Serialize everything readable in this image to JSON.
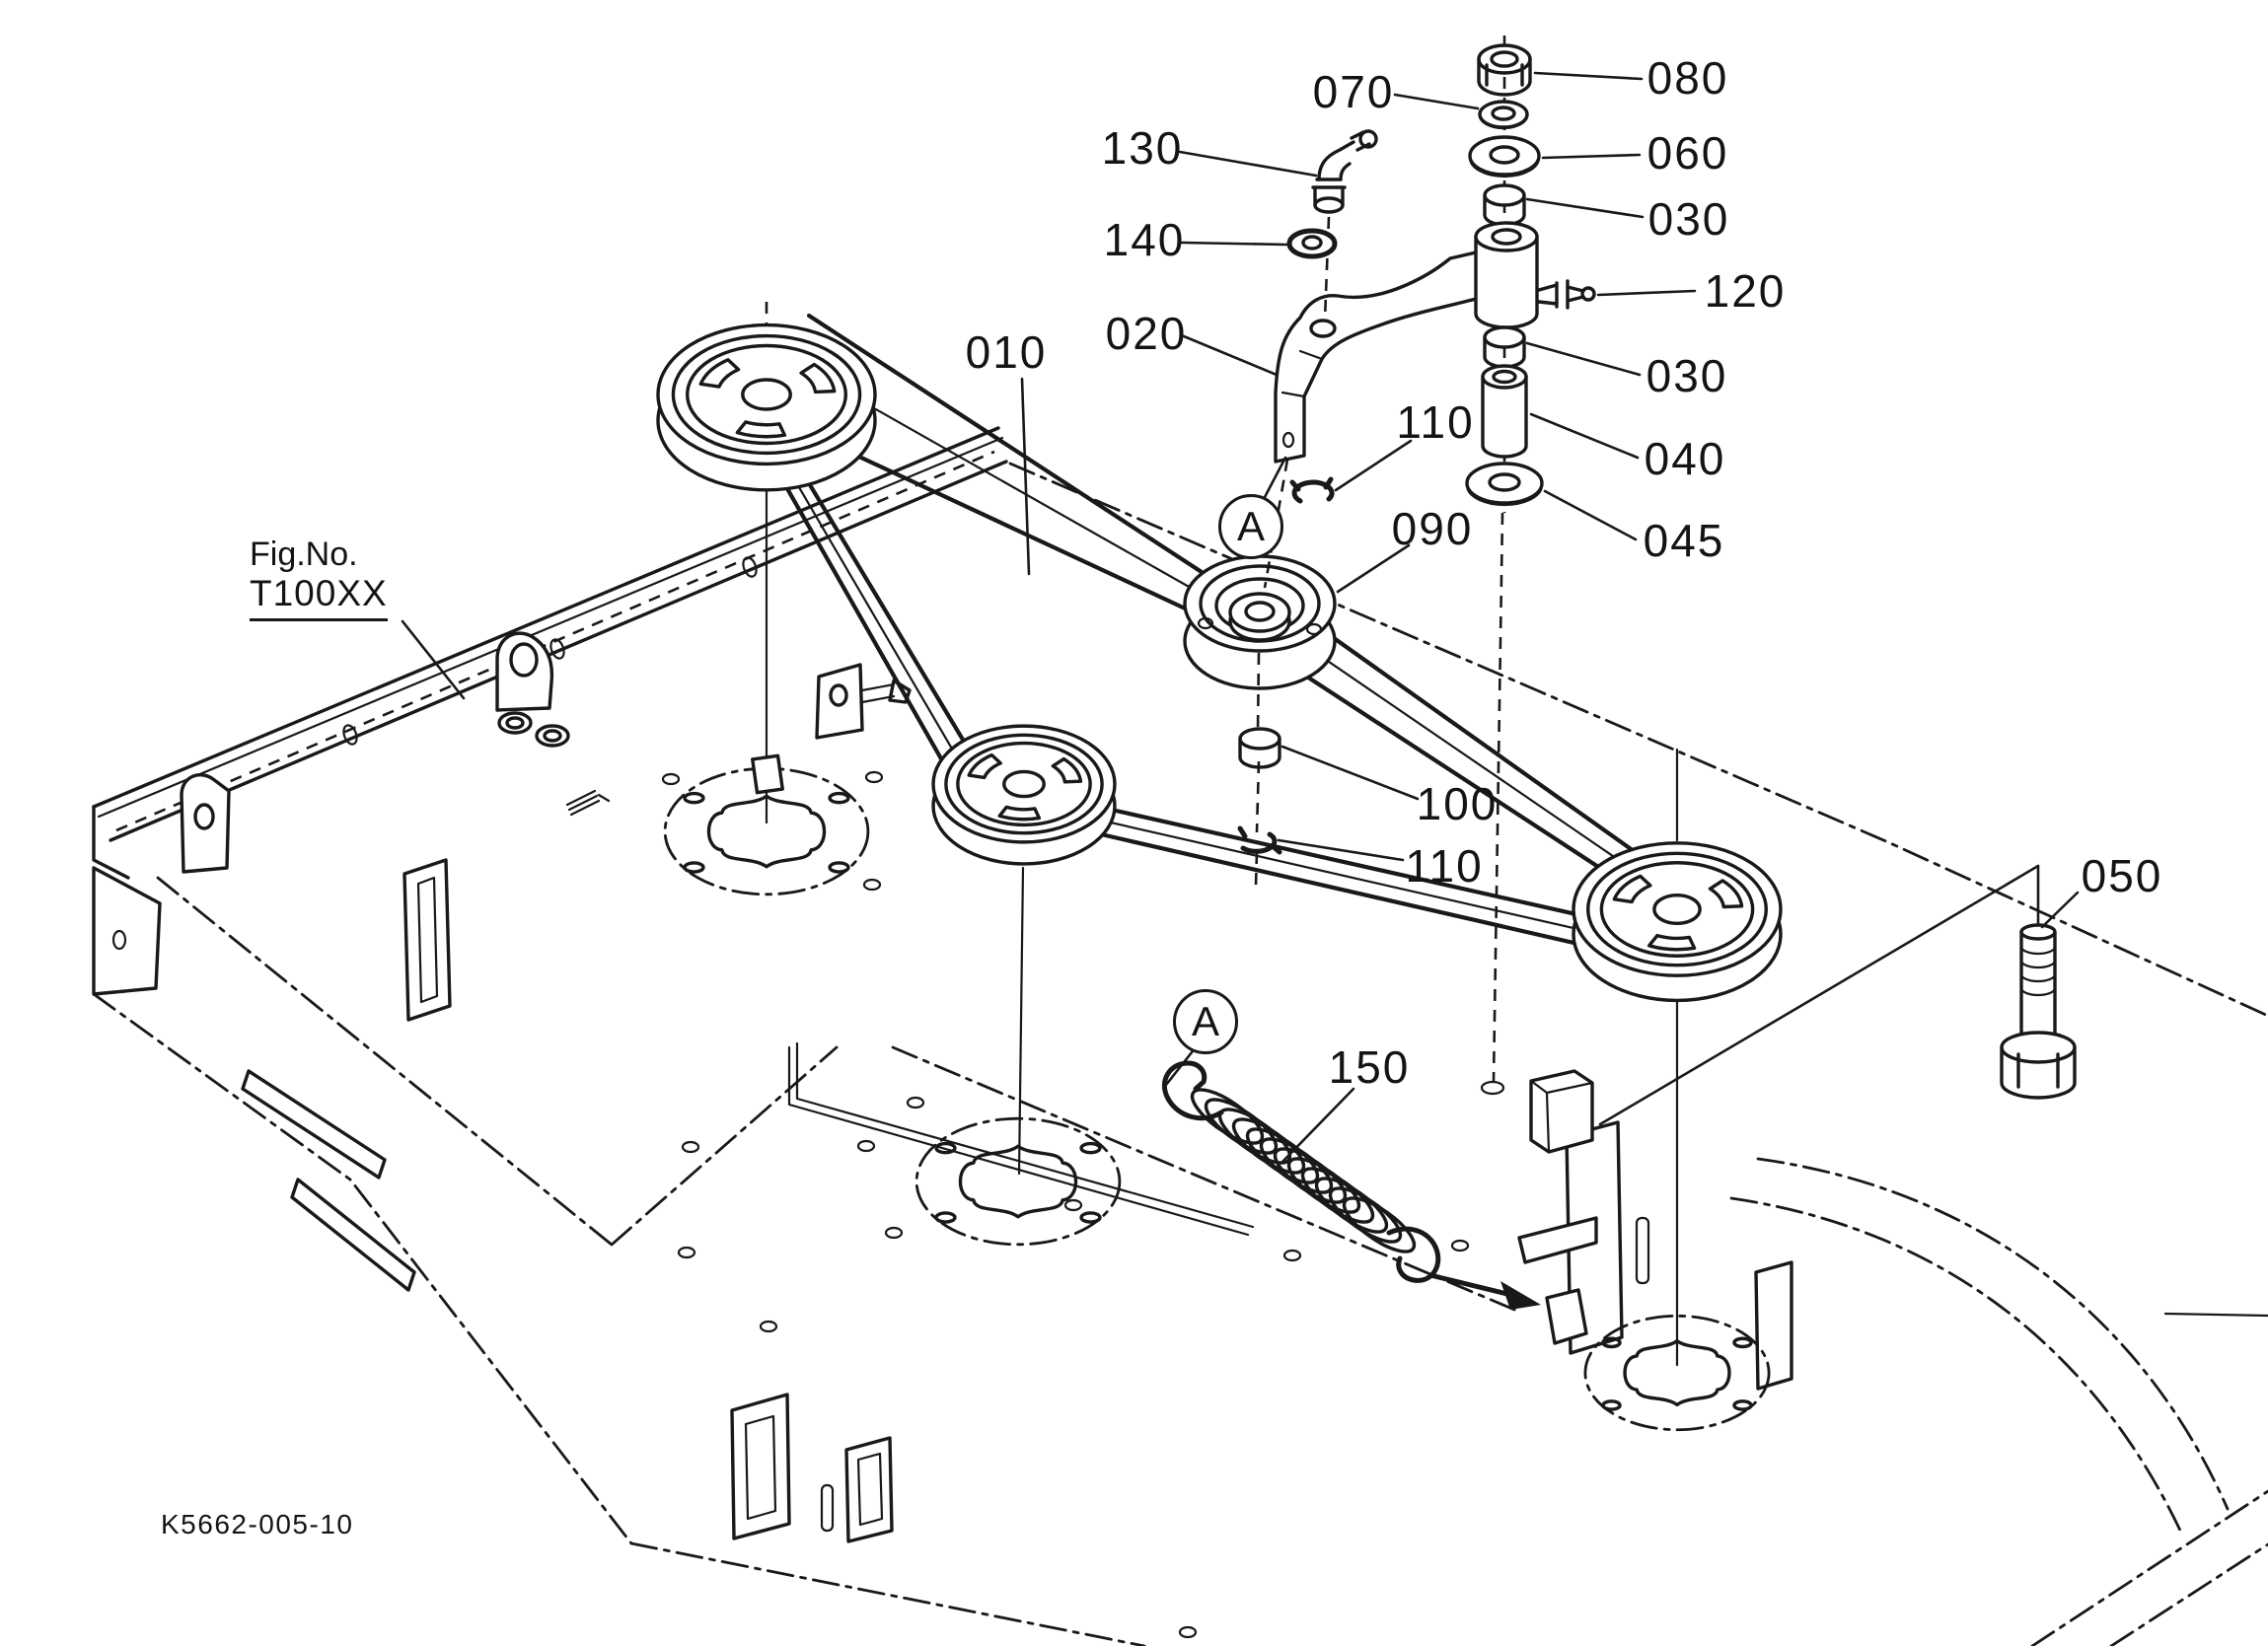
{
  "figure": {
    "fig_label": "Fig.No.",
    "fig_number": "T100XX",
    "drawing_code": "K5662-005-10",
    "detail_marker_letter": "A"
  },
  "colors": {
    "line": "#191919",
    "background": "#ffffff"
  },
  "parts": [
    {
      "number": "130"
    },
    {
      "number": "140"
    },
    {
      "number": "020"
    },
    {
      "number": "010"
    },
    {
      "number": "070"
    },
    {
      "number": "080"
    },
    {
      "number": "060"
    },
    {
      "number": "030"
    },
    {
      "number": "120"
    },
    {
      "number": "030"
    },
    {
      "number": "040"
    },
    {
      "number": "045"
    },
    {
      "number": "110"
    },
    {
      "number": "090"
    },
    {
      "number": "100"
    },
    {
      "number": "110"
    },
    {
      "number": "050"
    },
    {
      "number": "150"
    }
  ]
}
